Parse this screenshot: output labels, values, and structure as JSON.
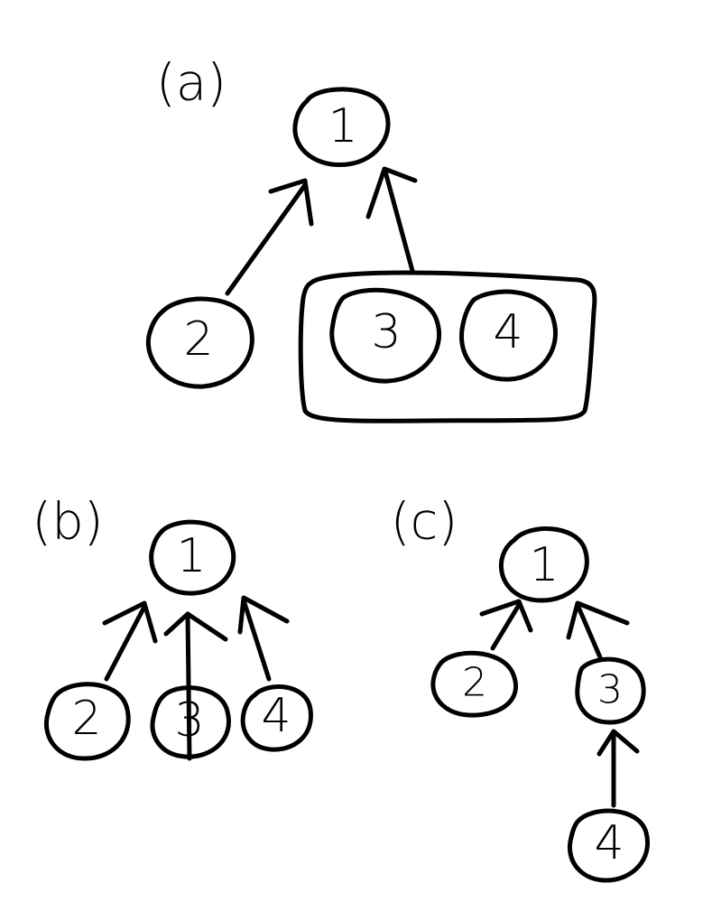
{
  "panels": [
    {
      "label": "(a)",
      "nodes": [
        "1",
        "2",
        "3",
        "4"
      ],
      "grouped": [
        "3",
        "4"
      ],
      "edges": [
        [
          "2",
          "1"
        ],
        [
          "group",
          "1"
        ]
      ]
    },
    {
      "label": "(b)",
      "nodes": [
        "1",
        "2",
        "3",
        "4"
      ],
      "edges": [
        [
          "2",
          "1"
        ],
        [
          "3",
          "1"
        ],
        [
          "4",
          "1"
        ]
      ]
    },
    {
      "label": "(c)",
      "nodes": [
        "1",
        "2",
        "3",
        "4"
      ],
      "edges": [
        [
          "2",
          "1"
        ],
        [
          "3",
          "1"
        ],
        [
          "4",
          "3"
        ]
      ]
    }
  ]
}
